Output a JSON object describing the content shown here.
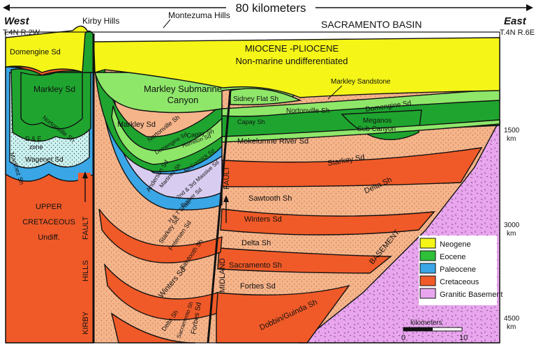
{
  "header": {
    "scale_label": "80 kilometers",
    "west_label": "West",
    "west_coord": "T.4N R.2W",
    "east_label": "East",
    "east_coord": "T.4N R.6E",
    "kirby_hills": "Kirby Hills",
    "montezuma_hills": "Montezuma Hills",
    "basin_title": "SACRAMENTO BASIN"
  },
  "units": {
    "miocene_line1": "MIOCENE -PLIOCENE",
    "miocene_line2": "Non-marine undifferentiated",
    "domengine_west": "Domengine Sd",
    "markley_west": "Markley Sd",
    "nortonville_west": "Nortonville Sh",
    "de_zone_1": "D & E",
    "de_zone_2": "zone",
    "wagenet": "Wagenet Sd",
    "martinez": "Martinez Sh",
    "upper_cret_1": "UPPER",
    "upper_cret_2": "CRETACEOUS",
    "upper_cret_3": "Undiff.",
    "markley_canyon_1": "Markley Submarine",
    "markley_canyon_2": "Canyon",
    "markley_mid": "Markley Sd",
    "nortonville_mid": "Nortonville Sh",
    "domengine_mid": "Domengine Sd",
    "capay_mid": "Capay Sh",
    "hamilton": "Hamilton Sd",
    "mccormick": "McCormick Sd",
    "anderson": "Anderson Sd",
    "martinez_mid": "Martinez Sh",
    "massive_sd": "2nd & 3rd Massive Sd",
    "bunker": "Bunker Sd",
    "h_and_t": "H & T Shale",
    "starkey_mid": "Starkey Sd",
    "petersen": "Petersen Sd",
    "sawtooth_mid": "Sawtooth Sh",
    "winters_mid": "Winters Sd",
    "delta_mid": "Delta Sh",
    "sacramento_mid": "Sacramento Sh",
    "forbes_mid": "Forbes Sd",
    "sidney_flat": "Sidney Flat Sh",
    "markley_sandstone": "Markley Sandstone",
    "nortonville_east": "Nortonville Sh",
    "domengine_east": "Domengine Sd",
    "capay_east": "Capay Sh",
    "meganos_1": "Meganos",
    "meganos_2": "Sub Canyon",
    "mokelumne": "Mokelumne River Sd",
    "starkey_east": "Starkey Sd",
    "sawtooth_east": "Sawtooth Sh",
    "winters_east": "Winters Sd",
    "delta_center": "Delta Sh",
    "delta_east": "Delta Sh",
    "sacramento_east": "Sacramento Sh",
    "forbes_east": "Forbes Sd",
    "dobbin": "Dobbin/Guinda Sh",
    "basement": "BASEMENT"
  },
  "faults": {
    "kirby_1": "KIRBY",
    "kirby_2": "HILLS",
    "kirby_3": "FAULT",
    "midland_1": "MIDLAND",
    "midland_2": "FAULT"
  },
  "depth_scale": {
    "d1500_value": "1500",
    "d1500_unit": "km",
    "d3000_value": "3000",
    "d3000_unit": "km",
    "d4500_value": "4500",
    "d4500_unit": "km"
  },
  "scale_bar": {
    "label": "kilometers",
    "start": "0",
    "end": "10"
  },
  "legend": [
    {
      "label": "Neogene",
      "color": "#f5f518"
    },
    {
      "label": "Eocene",
      "color": "#2fbf3a"
    },
    {
      "label": "Paleocene",
      "color": "#3aa6e6"
    },
    {
      "label": "Cretaceous",
      "color": "#f05a28"
    },
    {
      "label": "Granitic Basement",
      "color": "#e9a6ee"
    }
  ],
  "colors": {
    "neogene": "#f5f518",
    "eocene_dark": "#1fa52f",
    "eocene_light": "#8fe76a",
    "paleocene": "#3aa6e6",
    "paleocene_light": "#c9f1ef",
    "lavender": "#d8cdf0",
    "cretaceous": "#f05a28",
    "cretaceous_light": "#f6b48a",
    "basement": "#e9a6ee"
  }
}
